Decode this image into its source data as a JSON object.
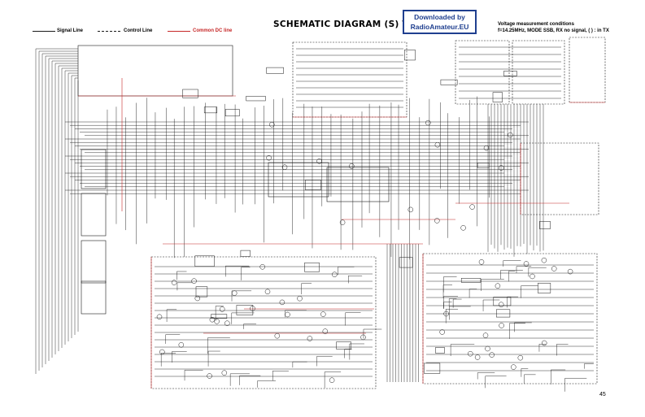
{
  "title": "SCHEMATIC DIAGRAM (S) TYPE",
  "badge": {
    "line1": "Downloaded by",
    "line2": "RadioAmateur.EU"
  },
  "legend": {
    "signal": "Signal Line",
    "control": "Control Line",
    "dc": "Common DC line"
  },
  "conditions": {
    "line1": "Voltage measurement conditions",
    "line2": "f=14.25MHz, MODE SSB,  RX no signal,  ( ) : in TX"
  },
  "page_number": "45",
  "colors": {
    "ink": "#1a1a1a",
    "dc_line": "#c62828",
    "badge": "#1f3f8f"
  }
}
